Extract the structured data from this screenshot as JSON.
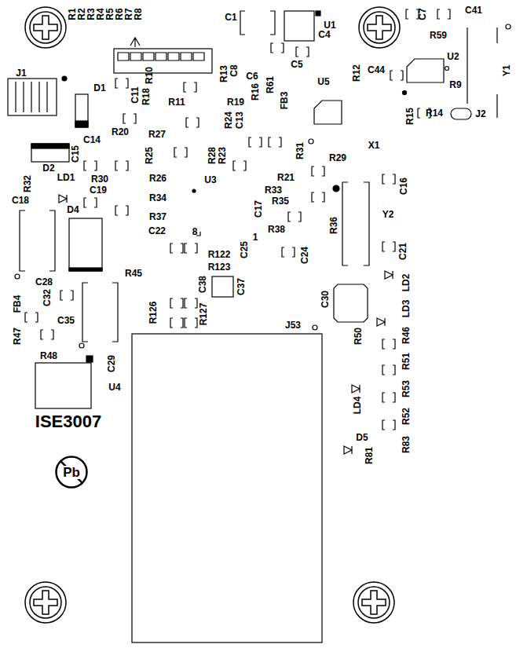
{
  "diagram": {
    "nodes": [
      {
        "text": [
          "Pb"
        ]
      }
    ],
    "labels": [
      "R1",
      "R2",
      "R3",
      "R4",
      "R5",
      "R6",
      "R7",
      "R8",
      "C1",
      "U1",
      "C41",
      "C7",
      "C4",
      "R59",
      "U2",
      "C5",
      "Y1",
      "R12",
      "C44",
      "J1",
      "R10",
      "R13",
      "C8",
      "C6",
      "U5",
      "R9",
      "R61",
      "D1",
      "R16",
      "FB3",
      "R11",
      "C11",
      "R18",
      "R19",
      "R14",
      "J2",
      "R15",
      "R24",
      "C13",
      "R20",
      "C14",
      "R27",
      "X1",
      "C15",
      "R25",
      "R28",
      "R23",
      "R31",
      "R29",
      "D2",
      "LD1",
      "R30",
      "R26",
      "U3",
      "R21",
      "R32",
      "C16",
      "R33",
      "C19",
      "C18",
      "R34",
      "R35",
      "C17",
      "D4",
      "Y2",
      "R37",
      "R36",
      "R38",
      "8",
      "C22",
      "1",
      "C25",
      "C24",
      "R122",
      "C21",
      "R123",
      "R45",
      "LD2",
      "C28",
      "C38",
      "C37",
      "C32",
      "C30",
      "FB4",
      "LD3",
      "R126",
      "R127",
      "C35",
      "J53",
      "R47",
      "R50",
      "R46",
      "R48",
      "C29",
      "R51",
      "U4",
      "R53",
      "LD4",
      "R52",
      "ISE3007",
      "D5",
      "R83",
      "R81"
    ]
  }
}
